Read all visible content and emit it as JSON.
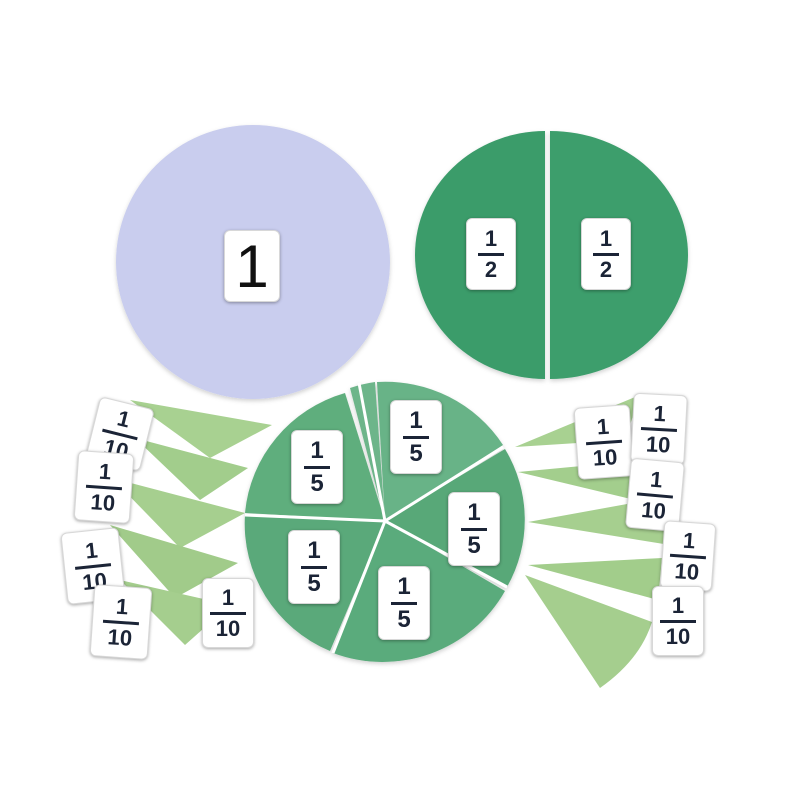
{
  "colors": {
    "background": "#ffffff",
    "whole_disc": "#c9cdee",
    "half_disc": "#3a9c6a",
    "fifth_disc": "#5fae7d",
    "tenth_sector": "#a6cf8f",
    "label_text": "#1b2436"
  },
  "pieces": {
    "whole": {
      "label": "1"
    },
    "halves": [
      {
        "num": "1",
        "den": "2"
      },
      {
        "num": "1",
        "den": "2"
      }
    ],
    "fifths": [
      {
        "num": "1",
        "den": "5"
      },
      {
        "num": "1",
        "den": "5"
      },
      {
        "num": "1",
        "den": "5"
      },
      {
        "num": "1",
        "den": "5"
      },
      {
        "num": "1",
        "den": "5"
      }
    ],
    "tenths": [
      {
        "num": "1",
        "den": "10"
      },
      {
        "num": "1",
        "den": "10"
      },
      {
        "num": "1",
        "den": "10"
      },
      {
        "num": "1",
        "den": "10"
      },
      {
        "num": "1",
        "den": "10"
      },
      {
        "num": "1",
        "den": "10"
      },
      {
        "num": "1",
        "den": "10"
      },
      {
        "num": "1",
        "den": "10"
      },
      {
        "num": "1",
        "den": "10"
      },
      {
        "num": "1",
        "den": "10"
      }
    ]
  }
}
